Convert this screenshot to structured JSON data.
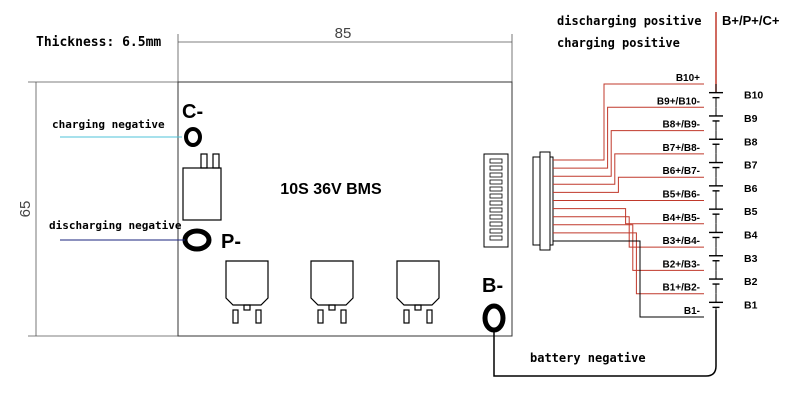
{
  "thickness": "Thickness: 6.5mm",
  "dim_width": "85",
  "dim_height": "65",
  "board_title": "10S 36V BMS",
  "pads": {
    "c": "C-",
    "p": "P-",
    "b": "B-"
  },
  "labels": {
    "charging_negative": "charging negative",
    "discharging_negative": "discharging negative",
    "battery_negative": "battery negative",
    "discharging_positive": "discharging positive",
    "charging_positive": "charging positive",
    "bpc": "B+/P+/C+"
  },
  "connector_pins": [
    "B10+",
    "B9+/B10-",
    "B8+/B9-",
    "B7+/B8-",
    "B6+/B7-",
    "B5+/B6-",
    "B4+/B5-",
    "B3+/B4-",
    "B2+/B3-",
    "B1+/B2-",
    "B1-"
  ],
  "cells": [
    "B10",
    "B9",
    "B8",
    "B7",
    "B6",
    "B5",
    "B4",
    "B3",
    "B2",
    "B1"
  ],
  "colors": {
    "wire_red": "#c0392b",
    "line": "#000000",
    "cyan": "#4fc3d8",
    "navy": "#1a237e"
  }
}
